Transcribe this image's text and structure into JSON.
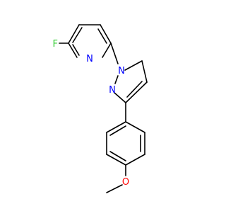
{
  "molecule": {
    "atom_labels": {
      "fluorine": "F",
      "pyridine_nitrogen": "N",
      "pyrazole_n1": "N",
      "pyrazole_n2": "N",
      "methoxy_oxygen": "O"
    },
    "colors": {
      "carbon_bond": "#000000",
      "fluorine": "#33cc33",
      "nitrogen": "#0000ff",
      "oxygen": "#ff0000"
    }
  }
}
